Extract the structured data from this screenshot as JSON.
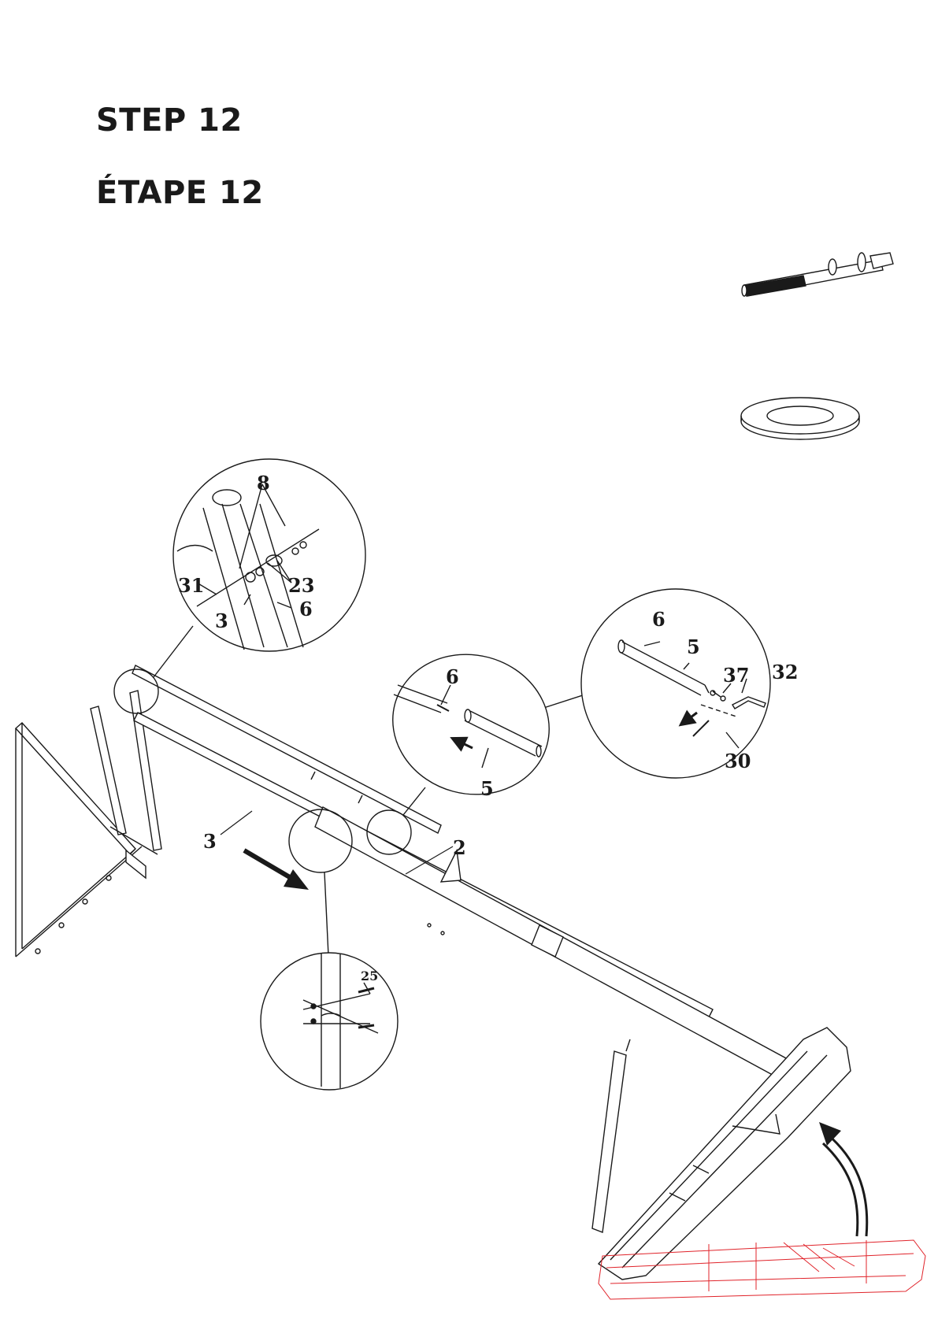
{
  "headings": {
    "step_en": "STEP 12",
    "step_fr": "ÉTAPE 12"
  },
  "callouts": {
    "top_detail": {
      "part_a": "8",
      "part_b": "23",
      "part_c": "31",
      "part_d": "3",
      "part_e": "6"
    },
    "middle_detail": {
      "part_a": "6",
      "part_b": "5"
    },
    "right_detail": {
      "part_a": "6",
      "part_b": "5",
      "part_c": "37",
      "part_d": "32",
      "part_e": "30"
    },
    "bottom_detail": {
      "part_a": "25"
    },
    "main": {
      "pole_lower": "3",
      "pole_main": "2"
    }
  },
  "colors": {
    "line": "#1a1a1a",
    "ghost_base": "#e0232a"
  }
}
